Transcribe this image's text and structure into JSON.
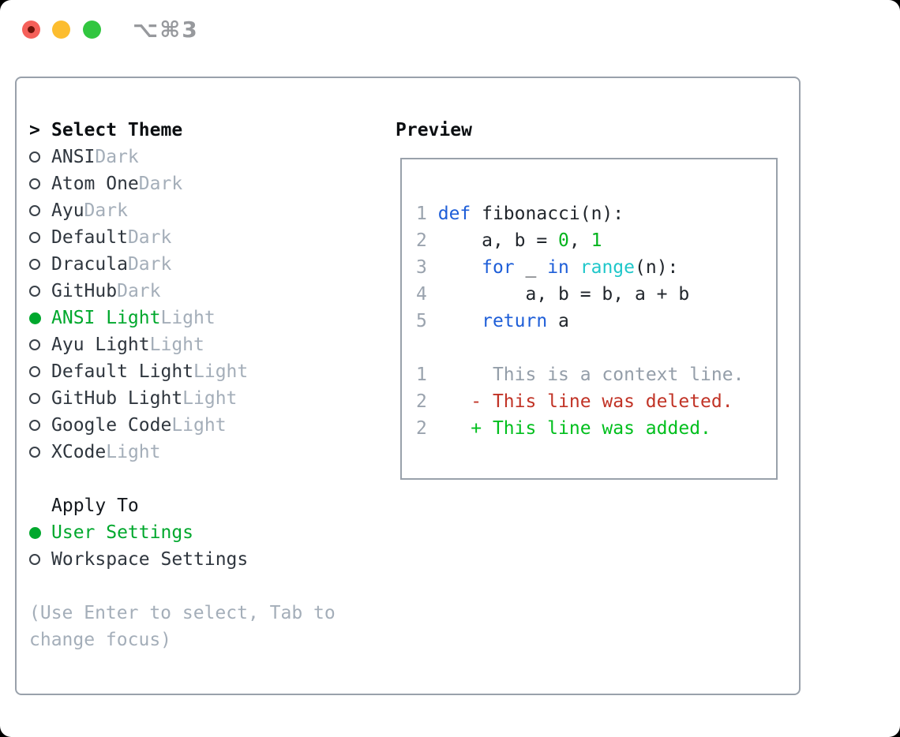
{
  "window": {
    "title": "⌥⌘3",
    "traffic_lights": [
      {
        "name": "close-button",
        "color": "#f5605a"
      },
      {
        "name": "minimize-button",
        "color": "#fcbd2f"
      },
      {
        "name": "zoom-button",
        "color": "#31c63f"
      }
    ]
  },
  "theme_selector": {
    "header_marker": ">",
    "header": "Select Theme",
    "items": [
      {
        "name": "ANSI",
        "variant": "Dark",
        "selected": false
      },
      {
        "name": "Atom One",
        "variant": "Dark",
        "selected": false
      },
      {
        "name": "Ayu",
        "variant": "Dark",
        "selected": false
      },
      {
        "name": "Default",
        "variant": "Dark",
        "selected": false
      },
      {
        "name": "Dracula",
        "variant": "Dark",
        "selected": false
      },
      {
        "name": "GitHub",
        "variant": "Dark",
        "selected": false
      },
      {
        "name": "ANSI Light",
        "variant": "Light",
        "selected": true
      },
      {
        "name": "Ayu Light",
        "variant": "Light",
        "selected": false
      },
      {
        "name": "Default Light",
        "variant": "Light",
        "selected": false
      },
      {
        "name": "GitHub Light",
        "variant": "Light",
        "selected": false
      },
      {
        "name": "Google Code",
        "variant": "Light",
        "selected": false
      },
      {
        "name": "XCode",
        "variant": "Light",
        "selected": false
      }
    ]
  },
  "apply_to": {
    "header": "Apply To",
    "options": [
      {
        "label": "User Settings",
        "selected": true
      },
      {
        "label": "Workspace Settings",
        "selected": false
      }
    ]
  },
  "help_text": "(Use Enter to select, Tab to change focus)",
  "preview": {
    "header": "Preview",
    "lines": [
      {
        "tokens": []
      },
      {
        "tokens": [
          {
            "t": "1",
            "c": "num"
          },
          {
            "t": " ",
            "c": "fg"
          },
          {
            "t": "def",
            "c": "kw"
          },
          {
            "t": " fibonacci(n):",
            "c": "fg"
          }
        ]
      },
      {
        "tokens": [
          {
            "t": "2",
            "c": "num"
          },
          {
            "t": "     a, b = ",
            "c": "fg"
          },
          {
            "t": "0",
            "c": "grn"
          },
          {
            "t": ", ",
            "c": "fg"
          },
          {
            "t": "1",
            "c": "grn"
          }
        ]
      },
      {
        "tokens": [
          {
            "t": "3",
            "c": "num"
          },
          {
            "t": "     ",
            "c": "fg"
          },
          {
            "t": "for",
            "c": "kw"
          },
          {
            "t": " _ ",
            "c": "fg"
          },
          {
            "t": "in",
            "c": "kw"
          },
          {
            "t": " ",
            "c": "fg"
          },
          {
            "t": "range",
            "c": "fn"
          },
          {
            "t": "(n):",
            "c": "fg"
          }
        ]
      },
      {
        "tokens": [
          {
            "t": "4",
            "c": "num"
          },
          {
            "t": "         a, b = b, a + b",
            "c": "fg"
          }
        ]
      },
      {
        "tokens": [
          {
            "t": "5",
            "c": "num"
          },
          {
            "t": "     ",
            "c": "fg"
          },
          {
            "t": "return",
            "c": "kw"
          },
          {
            "t": " a",
            "c": "fg"
          }
        ]
      },
      {
        "tokens": []
      },
      {
        "tokens": [
          {
            "t": "1",
            "c": "num"
          },
          {
            "t": "      ",
            "c": "fg"
          },
          {
            "t": "This is a context line.",
            "c": "ctx"
          }
        ]
      },
      {
        "tokens": [
          {
            "t": "2",
            "c": "num"
          },
          {
            "t": "    ",
            "c": "fg"
          },
          {
            "t": "- This line was deleted.",
            "c": "red"
          }
        ]
      },
      {
        "tokens": [
          {
            "t": "2",
            "c": "num"
          },
          {
            "t": "    ",
            "c": "fg"
          },
          {
            "t": "+ This line was added.",
            "c": "add"
          }
        ]
      }
    ]
  },
  "colors": {
    "panel_border": "#99a1ab",
    "selected_green": "#00a82d",
    "added_green": "#00bf1d",
    "number_green": "#00b31c",
    "keyword_blue": "#1e5ed8",
    "function_cyan": "#1fc7ca",
    "deleted_red": "#c13326",
    "muted_gray": "#a4aeb9",
    "line_number_gray": "#9aa3ae",
    "text_dark": "#2f363e"
  }
}
